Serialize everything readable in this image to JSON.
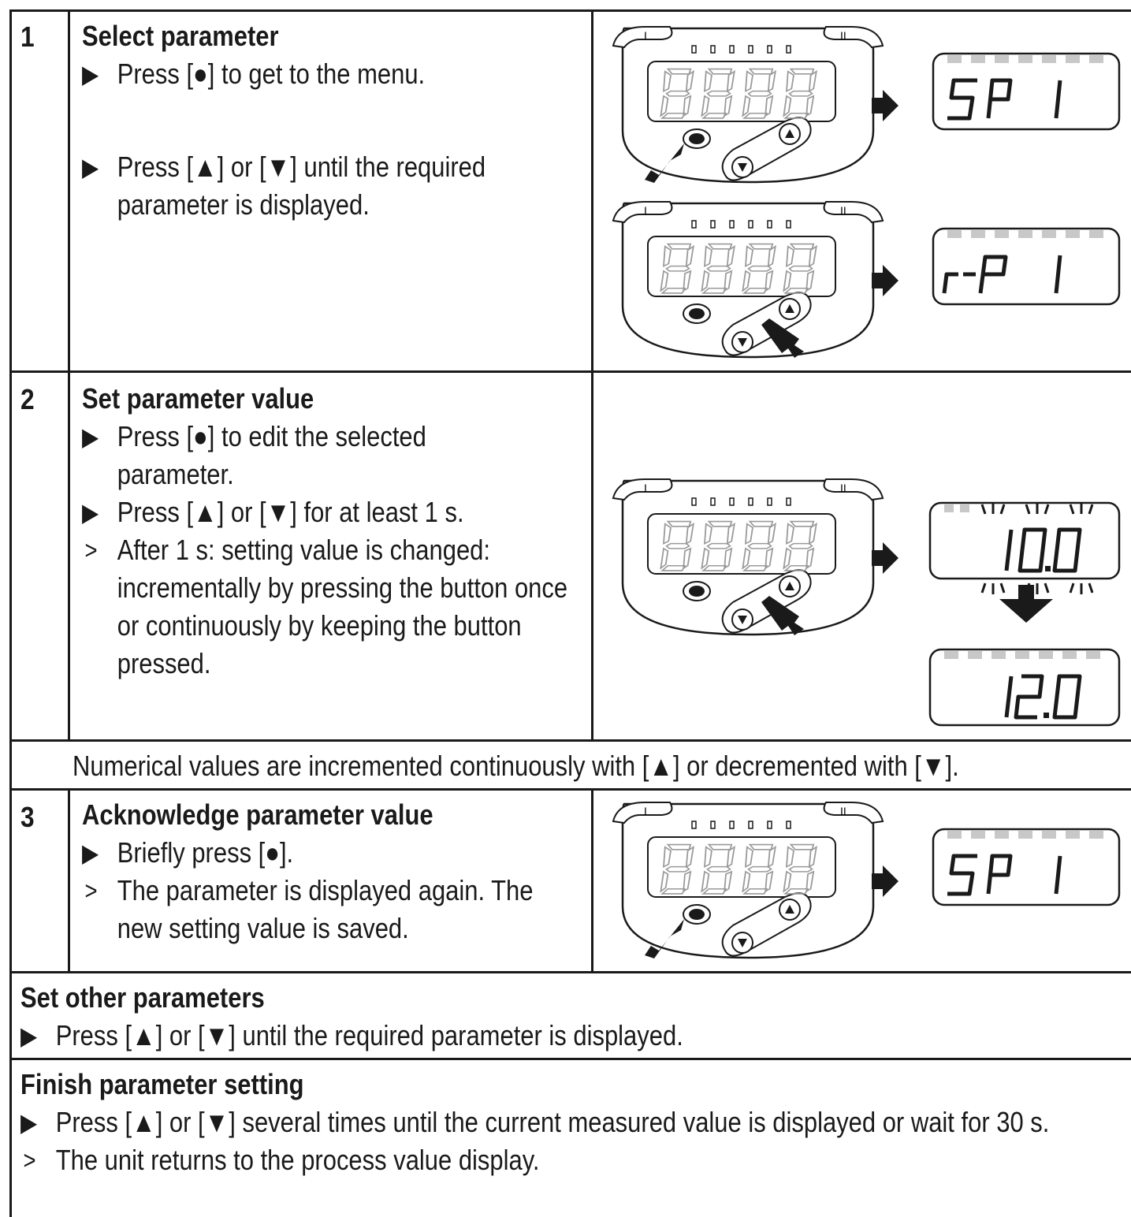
{
  "steps": [
    {
      "number": "1",
      "title": "Select parameter",
      "lines": [
        {
          "marker": "▶",
          "text": "Press [●] to get to the menu."
        },
        {
          "marker": "▶",
          "text": "Press [▲] or [▼] until the required parameter is displayed."
        }
      ],
      "displays": [
        "SP1",
        "rP1"
      ]
    },
    {
      "number": "2",
      "title": "Set parameter value",
      "lines": [
        {
          "marker": "▶",
          "text": "Press [●] to edit the selected parameter."
        },
        {
          "marker": "▶",
          "text": "Press [▲] or [▼] for at least 1 s."
        },
        {
          "marker": ">",
          "text": "After 1 s: setting value is changed: incrementally by pressing the button once or continuously by keeping the button pressed."
        }
      ],
      "displays": [
        "10.0",
        "12.0"
      ]
    },
    {
      "number": "3",
      "title": "Acknowledge parameter value",
      "lines": [
        {
          "marker": "▶",
          "text": "Briefly press [●]."
        },
        {
          "marker": ">",
          "text": "The parameter is displayed again. The new setting value is saved."
        }
      ],
      "displays": [
        "SP1"
      ]
    }
  ],
  "note": "Numerical values are incremented continuously with [▲] or decremented with [▼].",
  "other": {
    "title": "Set other parameters",
    "line": {
      "marker": "▶",
      "text": "Press [▲] or [▼] until the required parameter is displayed."
    }
  },
  "finish": {
    "title": "Finish parameter setting",
    "lines": [
      {
        "marker": "▶",
        "text": "Press [▲] or [▼] several times until the current measured value is displayed or wait for 30 s."
      },
      {
        "marker": ">",
        "text": "The unit returns to the process value display."
      }
    ]
  },
  "device": {
    "led_left": "I",
    "led_right": "II",
    "digits": "8888"
  }
}
